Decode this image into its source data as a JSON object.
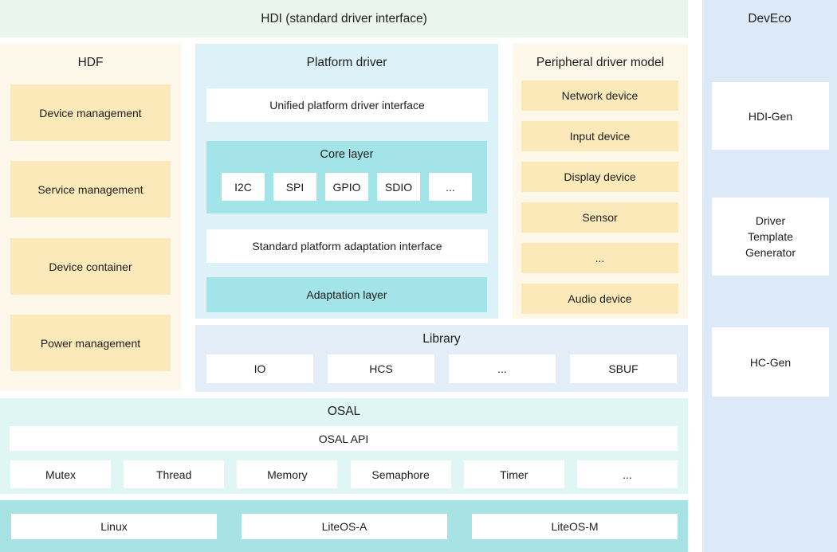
{
  "colors": {
    "banner_green": "#eaf5ee",
    "cream": "#fdf8ea",
    "yellow": "#fbe9ba",
    "pale_cyan": "#dcf2f8",
    "cyan": "#a3e4e8",
    "pale_blue": "#e3eef9",
    "osal_mint": "#e0f6f3",
    "kernel_cyan": "#a7e3e5",
    "deveco_blue": "#dceaf7",
    "text": "#1d1d1d",
    "white_box": "#ffffff"
  },
  "hdi_banner": {
    "title": "HDI (standard driver interface)"
  },
  "hdf": {
    "title": "HDF",
    "items": [
      "Device management",
      "Service management",
      "Device container",
      "Power management"
    ]
  },
  "platform": {
    "title": "Platform driver",
    "unified_interface": "Unified platform driver interface",
    "core": {
      "title": "Core layer",
      "items": [
        "I2C",
        "SPI",
        "GPIO",
        "SDIO",
        "..."
      ]
    },
    "standard_interface": "Standard platform adaptation interface",
    "adaptation_layer": "Adaptation layer"
  },
  "peripheral": {
    "title": "Peripheral driver model",
    "items": [
      "Network device",
      "Input device",
      "Display device",
      "Sensor",
      "...",
      "Audio device"
    ]
  },
  "library": {
    "title": "Library",
    "items": [
      "IO",
      "HCS",
      "...",
      "SBUF"
    ]
  },
  "osal": {
    "title": "OSAL",
    "api": "OSAL API",
    "items": [
      "Mutex",
      "Thread",
      "Memory",
      "Semaphore",
      "Timer",
      "..."
    ]
  },
  "kernel": {
    "items": [
      "Linux",
      "LiteOS-A",
      "LiteOS-M"
    ]
  },
  "deveco": {
    "title": "DevEco",
    "items": [
      "HDI-Gen",
      "Driver Template Generator",
      "HC-Gen"
    ]
  }
}
